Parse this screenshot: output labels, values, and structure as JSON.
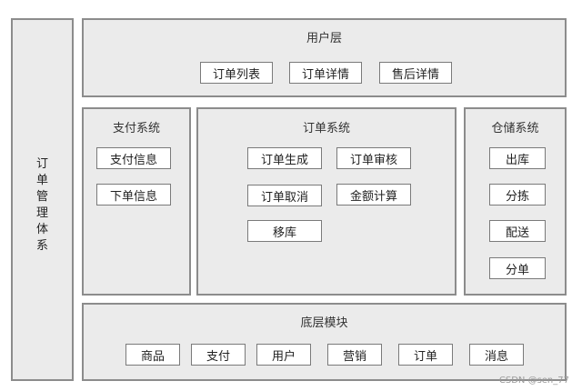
{
  "left_panel": {
    "title_chars": [
      "订",
      "单",
      "管",
      "理",
      "体",
      "系"
    ]
  },
  "user_layer": {
    "title": "用户层",
    "items": [
      "订单列表",
      "订单详情",
      "售后详情"
    ]
  },
  "payment": {
    "title": "支付系统",
    "items": [
      "支付信息",
      "下单信息"
    ]
  },
  "order": {
    "title": "订单系统",
    "items": [
      "订单生成",
      "订单审核",
      "订单取消",
      "金额计算",
      "移库"
    ]
  },
  "warehouse": {
    "title": "仓储系统",
    "items": [
      "出库",
      "分拣",
      "配送",
      "分单"
    ]
  },
  "base": {
    "title": "底层模块",
    "items": [
      "商品",
      "支付",
      "用户",
      "营销",
      "订单",
      "消息"
    ]
  },
  "watermark": "CSDN @sen_77"
}
